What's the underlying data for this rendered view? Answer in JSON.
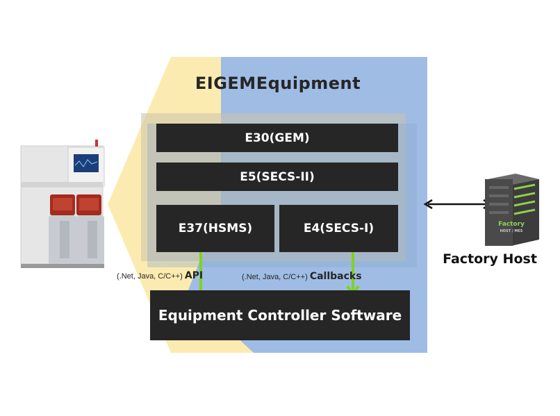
{
  "diagram": {
    "title": "EIGEMEquipment",
    "layers": {
      "e30": "E30(GEM)",
      "e5": "E5(SECS-II)",
      "e37": "E37(HSMS)",
      "e4": "E4(SECS-I)"
    },
    "controller": "Equipment Controller Software",
    "api_note": {
      "langs": "(.Net, Java, C/C++)",
      "label": "API"
    },
    "callbacks_note": {
      "langs": "(.Net, Java, C/C++)",
      "label": "Callbacks"
    },
    "factory_host": {
      "label": "Factory Host",
      "server_text": "Factory",
      "server_subtext": "HOST / MES"
    }
  },
  "colors": {
    "yellow_region": "#fcebb0",
    "blue_region": "#9bb9e3",
    "box_fill": "#262626",
    "arrow_green": "#7ed321",
    "server_light": "#8fd14f"
  },
  "icons": {
    "equipment": "semiconductor-equipment-machine",
    "server": "server-tower"
  }
}
